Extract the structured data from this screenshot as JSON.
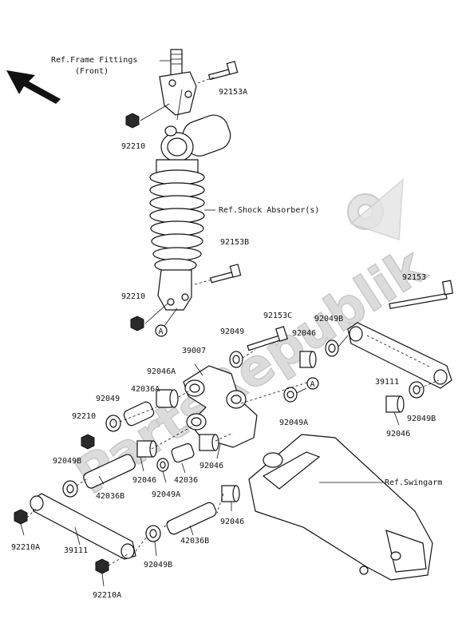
{
  "watermark": "PartsRepublik",
  "refs": {
    "frame_line1": "Ref.Frame Fittings",
    "frame_line2": "(Front)",
    "shock": "Ref.Shock Absorber(s)",
    "swingarm": "Ref.Swingarm"
  },
  "callout_letter": "A",
  "labels": [
    "92153A",
    "92210",
    "92153B",
    "92210",
    "92153C",
    "92049B",
    "92153",
    "92049",
    "92046",
    "39007",
    "92046A",
    "42036A",
    "92049",
    "92210",
    "39111",
    "92049B",
    "92049A",
    "92046",
    "92049B",
    "92046",
    "42036",
    "92046",
    "42036B",
    "92049A",
    "92046",
    "92210A",
    "39111",
    "92049B",
    "42036B",
    "92210A"
  ]
}
